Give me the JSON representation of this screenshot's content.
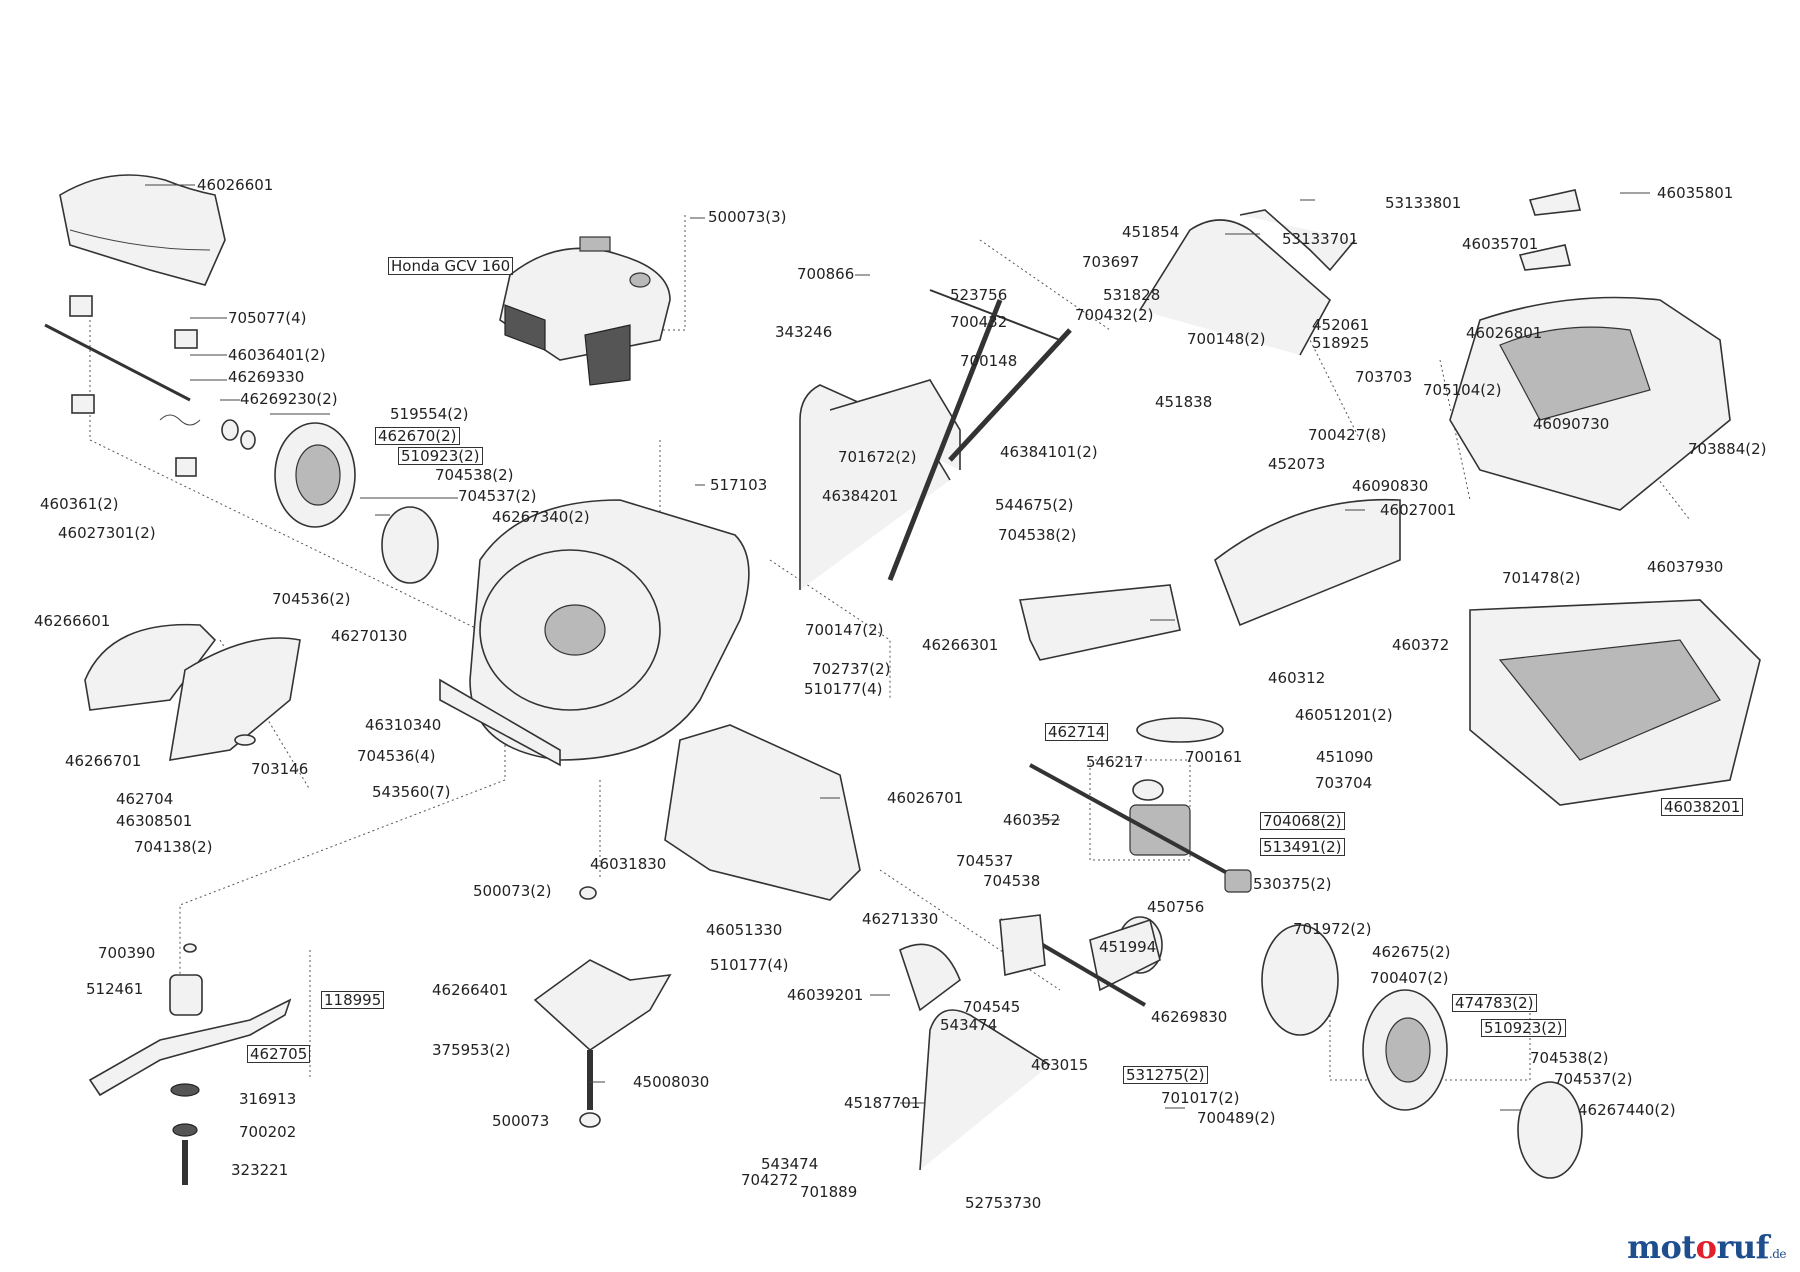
{
  "labels": [
    {
      "id": "l01",
      "text": "46026601",
      "boxed": false
    },
    {
      "id": "l02",
      "text": "705077(4)",
      "boxed": false
    },
    {
      "id": "l03",
      "text": "46036401(2)",
      "boxed": false
    },
    {
      "id": "l04",
      "text": "46269330",
      "boxed": false
    },
    {
      "id": "l05",
      "text": "46269230(2)",
      "boxed": false
    },
    {
      "id": "l06",
      "text": "519554(2)",
      "boxed": false
    },
    {
      "id": "l07",
      "text": "462670(2)",
      "boxed": true
    },
    {
      "id": "l08",
      "text": "510923(2)",
      "boxed": true
    },
    {
      "id": "l09",
      "text": "704538(2)",
      "boxed": false
    },
    {
      "id": "l10",
      "text": "704537(2)",
      "boxed": false
    },
    {
      "id": "l11",
      "text": "46267340(2)",
      "boxed": false
    },
    {
      "id": "l12",
      "text": "460361(2)",
      "boxed": false
    },
    {
      "id": "l13",
      "text": "46027301(2)",
      "boxed": false
    },
    {
      "id": "l14",
      "text": "Honda GCV 160",
      "boxed": true
    },
    {
      "id": "l15",
      "text": "500073(3)",
      "boxed": false
    },
    {
      "id": "l16",
      "text": "517103",
      "boxed": false
    },
    {
      "id": "l17",
      "text": "700866",
      "boxed": false
    },
    {
      "id": "l18",
      "text": "523756",
      "boxed": false
    },
    {
      "id": "l19",
      "text": "700432",
      "boxed": false
    },
    {
      "id": "l20",
      "text": "343246",
      "boxed": false
    },
    {
      "id": "l21",
      "text": "700148",
      "boxed": false
    },
    {
      "id": "l22",
      "text": "701672(2)",
      "boxed": false
    },
    {
      "id": "l23",
      "text": "46384101(2)",
      "boxed": false
    },
    {
      "id": "l24",
      "text": "46384201",
      "boxed": false
    },
    {
      "id": "l25",
      "text": "544675(2)",
      "boxed": false
    },
    {
      "id": "l26",
      "text": "704538(2)",
      "boxed": false
    },
    {
      "id": "l27",
      "text": "451854",
      "boxed": false
    },
    {
      "id": "l28",
      "text": "53133801",
      "boxed": false
    },
    {
      "id": "l29",
      "text": "53133701",
      "boxed": false
    },
    {
      "id": "l30",
      "text": "703697",
      "boxed": false
    },
    {
      "id": "l31",
      "text": "531828",
      "boxed": false
    },
    {
      "id": "l32",
      "text": "700432(2)",
      "boxed": false
    },
    {
      "id": "l33",
      "text": "700148(2)",
      "boxed": false
    },
    {
      "id": "l34",
      "text": "452061",
      "boxed": false
    },
    {
      "id": "l35",
      "text": "518925",
      "boxed": false
    },
    {
      "id": "l36",
      "text": "451838",
      "boxed": false
    },
    {
      "id": "l37",
      "text": "703703",
      "boxed": false
    },
    {
      "id": "l38",
      "text": "700427(8)",
      "boxed": false
    },
    {
      "id": "l39",
      "text": "452073",
      "boxed": false
    },
    {
      "id": "l40",
      "text": "46035801",
      "boxed": false
    },
    {
      "id": "l41",
      "text": "46035701",
      "boxed": false
    },
    {
      "id": "l42",
      "text": "46026801",
      "boxed": false
    },
    {
      "id": "l43",
      "text": "705104(2)",
      "boxed": false
    },
    {
      "id": "l44",
      "text": "46090730",
      "boxed": false
    },
    {
      "id": "l45",
      "text": "703884(2)",
      "boxed": false
    },
    {
      "id": "l46",
      "text": "46090830",
      "boxed": false
    },
    {
      "id": "l47",
      "text": "46027001",
      "boxed": false
    },
    {
      "id": "l48",
      "text": "701478(2)",
      "boxed": false
    },
    {
      "id": "l49",
      "text": "46037930",
      "boxed": false
    },
    {
      "id": "l50",
      "text": "46266601",
      "boxed": false
    },
    {
      "id": "l51",
      "text": "704536(2)",
      "boxed": false
    },
    {
      "id": "l52",
      "text": "46270130",
      "boxed": false
    },
    {
      "id": "l53",
      "text": "46266701",
      "boxed": false
    },
    {
      "id": "l54",
      "text": "462704",
      "boxed": false
    },
    {
      "id": "l55",
      "text": "46308501",
      "boxed": false
    },
    {
      "id": "l56",
      "text": "703146",
      "boxed": false
    },
    {
      "id": "l57",
      "text": "704138(2)",
      "boxed": false
    },
    {
      "id": "l58",
      "text": "700147(2)",
      "boxed": false
    },
    {
      "id": "l59",
      "text": "702737(2)",
      "boxed": false
    },
    {
      "id": "l60",
      "text": "510177(4)",
      "boxed": false
    },
    {
      "id": "l61",
      "text": "46310340",
      "boxed": false
    },
    {
      "id": "l62",
      "text": "704536(4)",
      "boxed": false
    },
    {
      "id": "l63",
      "text": "543560(7)",
      "boxed": false
    },
    {
      "id": "l64",
      "text": "46266301",
      "boxed": false
    },
    {
      "id": "l65",
      "text": "460372",
      "boxed": false
    },
    {
      "id": "l66",
      "text": "460312",
      "boxed": false
    },
    {
      "id": "l67",
      "text": "46051201(2)",
      "boxed": false
    },
    {
      "id": "l68",
      "text": "462714",
      "boxed": true
    },
    {
      "id": "l69",
      "text": "451090",
      "boxed": false
    },
    {
      "id": "l70",
      "text": "546217",
      "boxed": false
    },
    {
      "id": "l71",
      "text": "700161",
      "boxed": false
    },
    {
      "id": "l72",
      "text": "703704",
      "boxed": false
    },
    {
      "id": "l73",
      "text": "46038201",
      "boxed": true
    },
    {
      "id": "l74",
      "text": "460352",
      "boxed": false
    },
    {
      "id": "l75",
      "text": "704068(2)",
      "boxed": true
    },
    {
      "id": "l76",
      "text": "513491(2)",
      "boxed": true
    },
    {
      "id": "l77",
      "text": "530375(2)",
      "boxed": false
    },
    {
      "id": "l78",
      "text": "450756",
      "boxed": false
    },
    {
      "id": "l79",
      "text": "451994",
      "boxed": false
    },
    {
      "id": "l80",
      "text": "46026701",
      "boxed": false
    },
    {
      "id": "l81",
      "text": "46031830",
      "boxed": false
    },
    {
      "id": "l82",
      "text": "500073(2)",
      "boxed": false
    },
    {
      "id": "l83",
      "text": "46051330",
      "boxed": false
    },
    {
      "id": "l84",
      "text": "510177(4)",
      "boxed": false
    },
    {
      "id": "l85",
      "text": "46271330",
      "boxed": false
    },
    {
      "id": "l86",
      "text": "704537",
      "boxed": false
    },
    {
      "id": "l87",
      "text": "704538",
      "boxed": false
    },
    {
      "id": "l88",
      "text": "46039201",
      "boxed": false
    },
    {
      "id": "l89",
      "text": "704545",
      "boxed": false
    },
    {
      "id": "l90",
      "text": "543474",
      "boxed": false
    },
    {
      "id": "l91",
      "text": "701972(2)",
      "boxed": false
    },
    {
      "id": "l92",
      "text": "462675(2)",
      "boxed": false
    },
    {
      "id": "l93",
      "text": "700407(2)",
      "boxed": false
    },
    {
      "id": "l94",
      "text": "474783(2)",
      "boxed": true
    },
    {
      "id": "l95",
      "text": "510923(2)",
      "boxed": true
    },
    {
      "id": "l96",
      "text": "46269830",
      "boxed": false
    },
    {
      "id": "l97",
      "text": "704538(2)",
      "boxed": false
    },
    {
      "id": "l98",
      "text": "704537(2)",
      "boxed": false
    },
    {
      "id": "l99",
      "text": "46267440(2)",
      "boxed": false
    },
    {
      "id": "l100",
      "text": "463015",
      "boxed": false
    },
    {
      "id": "l101",
      "text": "531275(2)",
      "boxed": true
    },
    {
      "id": "l102",
      "text": "701017(2)",
      "boxed": false
    },
    {
      "id": "l103",
      "text": "700489(2)",
      "boxed": false
    },
    {
      "id": "l104",
      "text": "45187701",
      "boxed": false
    },
    {
      "id": "l105",
      "text": "543474",
      "boxed": false
    },
    {
      "id": "l106",
      "text": "704272",
      "boxed": false
    },
    {
      "id": "l107",
      "text": "701889",
      "boxed": false
    },
    {
      "id": "l108",
      "text": "52753730",
      "boxed": false
    },
    {
      "id": "l109",
      "text": "700390",
      "boxed": false
    },
    {
      "id": "l110",
      "text": "512461",
      "boxed": false
    },
    {
      "id": "l111",
      "text": "118995",
      "boxed": true
    },
    {
      "id": "l112",
      "text": "462705",
      "boxed": true
    },
    {
      "id": "l113",
      "text": "316913",
      "boxed": false
    },
    {
      "id": "l114",
      "text": "700202",
      "boxed": false
    },
    {
      "id": "l115",
      "text": "323221",
      "boxed": false
    },
    {
      "id": "l116",
      "text": "46266401",
      "boxed": false
    },
    {
      "id": "l117",
      "text": "375953(2)",
      "boxed": false
    },
    {
      "id": "l118",
      "text": "45008030",
      "boxed": false
    },
    {
      "id": "l119",
      "text": "500073",
      "boxed": false
    }
  ],
  "watermark": {
    "part1": "mot",
    "part2": "o",
    "part3": "ruf",
    "part4": ".de"
  },
  "colors": {
    "line": "#333333",
    "watermark_blue": "#1f4e8f",
    "watermark_red": "#e0202c"
  }
}
